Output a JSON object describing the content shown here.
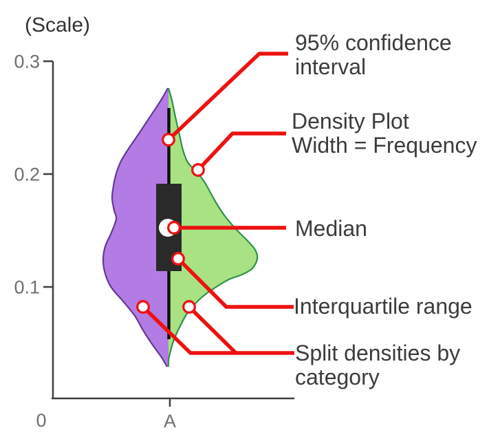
{
  "colors": {
    "background": "#ffffff",
    "violin_left_fill": "#b27ce4",
    "violin_left_stroke": "#653a92",
    "violin_right_fill": "#a9e283",
    "violin_right_stroke": "#2f8f4d",
    "box_fill": "#2a2a2a",
    "whisker": "#111111",
    "median_dot": "#ffffff",
    "annotation_red": "#ee1111",
    "marker_fill": "#ffffff",
    "axis": "#3f3f3f",
    "tick_label": "#6f6f6f",
    "annotation_text": "#3c3c3c",
    "title_text": "#333333"
  },
  "chart_data": {
    "type": "violin",
    "title": "(Scale)",
    "subtitle": "",
    "categories": [
      "A"
    ],
    "legend": [],
    "grid": false,
    "ylim": [
      0,
      0.3
    ],
    "stats": {
      "median": 0.152,
      "q1": 0.113,
      "q3": 0.191,
      "ci_low": 0.052,
      "ci_high": 0.26,
      "density_bottom": 0.029,
      "density_top": 0.276
    },
    "y_axis": {
      "x": 77,
      "top": 89,
      "bottom": 579,
      "tick_inner_x": 63,
      "label_right_x": 58,
      "ticks": [
        {
          "label": "0.3",
          "value": 0.3,
          "y": 89
        },
        {
          "label": "0.2",
          "value": 0.2,
          "y": 253
        },
        {
          "label": "0.1",
          "value": 0.1,
          "y": 417
        }
      ]
    },
    "x_axis": {
      "y": 579,
      "x1": 75,
      "x2": 428,
      "tick_len": 12,
      "origin_label": {
        "label": "0",
        "x": 60,
        "baseline": 620
      },
      "category_ticks": [
        {
          "label": "A",
          "x": 247,
          "baseline": 621
        }
      ]
    },
    "violin": {
      "center_x": 245,
      "left_profile": [
        [
          244,
          128
        ],
        [
          235,
          144
        ],
        [
          226,
          158
        ],
        [
          214,
          176
        ],
        [
          200,
          197
        ],
        [
          187,
          216
        ],
        [
          176,
          234
        ],
        [
          169,
          252
        ],
        [
          165,
          270
        ],
        [
          163,
          288
        ],
        [
          166,
          306
        ],
        [
          169,
          318
        ],
        [
          162,
          338
        ],
        [
          153,
          358
        ],
        [
          150,
          378
        ],
        [
          153,
          398
        ],
        [
          162,
          418
        ],
        [
          180,
          439
        ],
        [
          196,
          459
        ],
        [
          208,
          480
        ],
        [
          221,
          500
        ],
        [
          234,
          518
        ],
        [
          243,
          533
        ]
      ],
      "right_profile": [
        [
          245,
          128
        ],
        [
          250,
          146
        ],
        [
          255,
          170
        ],
        [
          261,
          196
        ],
        [
          266,
          218
        ],
        [
          273,
          236
        ],
        [
          286,
          250
        ],
        [
          297,
          264
        ],
        [
          306,
          280
        ],
        [
          315,
          296
        ],
        [
          327,
          314
        ],
        [
          344,
          334
        ],
        [
          360,
          350
        ],
        [
          371,
          363
        ],
        [
          374,
          376
        ],
        [
          367,
          390
        ],
        [
          352,
          399
        ],
        [
          333,
          406
        ],
        [
          316,
          416
        ],
        [
          301,
          426
        ],
        [
          289,
          436
        ],
        [
          279,
          447
        ],
        [
          271,
          457
        ],
        [
          264,
          470
        ],
        [
          257,
          484
        ],
        [
          251,
          499
        ],
        [
          247,
          514
        ],
        [
          245,
          524
        ],
        [
          245,
          533
        ]
      ]
    },
    "box": {
      "x": 227,
      "y": 267,
      "w": 37,
      "h": 127
    },
    "whisker": {
      "x": 245.5,
      "y1": 157,
      "y2": 493
    },
    "median_dot": {
      "x": 244,
      "y": 331,
      "r": 13
    },
    "annotations": [
      {
        "id": "confidence-interval",
        "label_lines": [
          "95% confidence",
          "interval"
        ],
        "text_x": 429,
        "baselines": [
          73,
          108
        ],
        "lines": [
          [
            [
              245,
              203
            ],
            [
              377,
              78
            ],
            [
              419,
              78
            ]
          ]
        ],
        "markers": [
          [
            245,
            203
          ]
        ]
      },
      {
        "id": "density-width",
        "label_lines": [
          "Density Plot",
          "Width = Frequency"
        ],
        "text_x": 424,
        "baselines": [
          187,
          222
        ],
        "lines": [
          [
            [
              288,
              247
            ],
            [
              338,
              194
            ],
            [
              416,
              194
            ]
          ]
        ],
        "markers": [
          [
            288,
            247
          ]
        ]
      },
      {
        "id": "median",
        "label_lines": [
          "Median"
        ],
        "text_x": 429,
        "baselines": [
          343
        ],
        "lines": [
          [
            [
              253,
              331
            ],
            [
              416,
              331
            ]
          ]
        ],
        "markers": [
          [
            253,
            331
          ]
        ]
      },
      {
        "id": "interquartile-range",
        "label_lines": [
          "Interquartile range"
        ],
        "text_x": 427,
        "baselines": [
          456
        ],
        "lines": [
          [
            [
              259,
              376
            ],
            [
              329,
              446
            ],
            [
              427,
              446
            ]
          ]
        ],
        "markers": [
          [
            259,
            376
          ]
        ]
      },
      {
        "id": "split-densities",
        "label_lines": [
          "Split densities by",
          "category"
        ],
        "text_x": 429,
        "baselines": [
          524,
          559
        ],
        "lines": [
          [
            [
              208,
              446
            ],
            [
              277,
              513
            ],
            [
              428,
              513
            ]
          ],
          [
            [
              275,
              446
            ],
            [
              343,
              513
            ]
          ]
        ],
        "markers": [
          [
            208,
            446
          ],
          [
            275,
            446
          ]
        ]
      }
    ],
    "style": {
      "violin_stroke_width": 2.2,
      "axis_stroke_width": 2.5,
      "annotation_line_width": 5.5,
      "marker_radius": 8.3,
      "marker_stroke_width": 3.3,
      "whisker_width": 4.5
    }
  }
}
